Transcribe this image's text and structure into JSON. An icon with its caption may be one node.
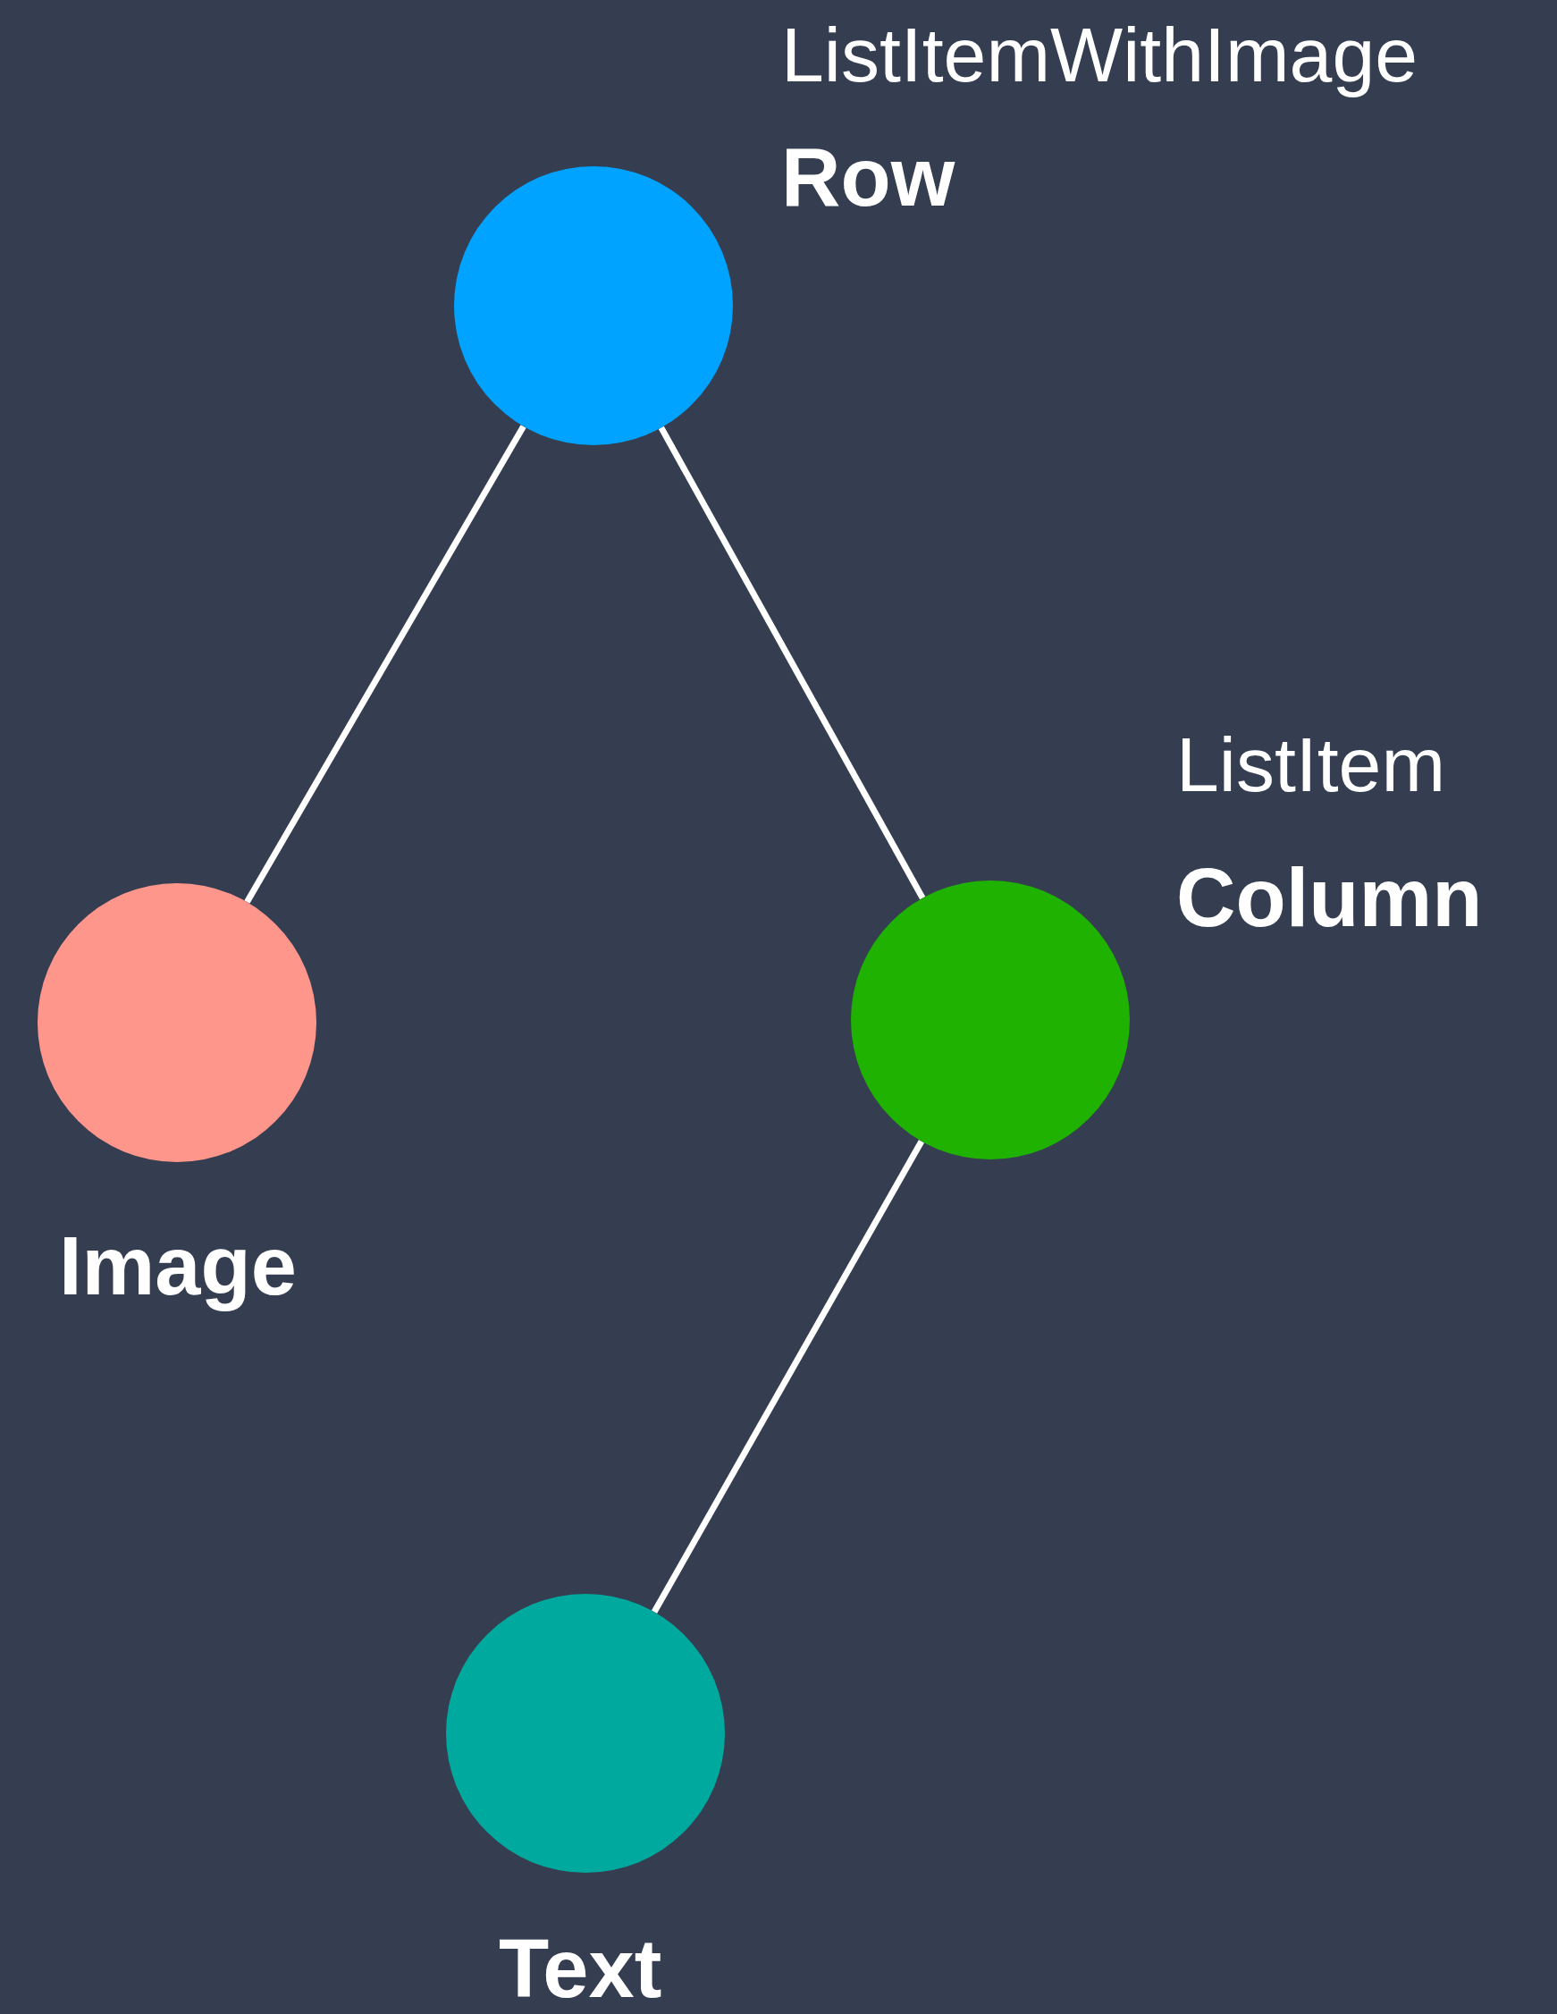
{
  "diagram": {
    "nodes": [
      {
        "text": [],
        "shape": "circle",
        "beside": [
          "ListItemWithImage",
          "Row"
        ]
      },
      {
        "text": [],
        "shape": "circle",
        "beside": [
          "Image"
        ]
      },
      {
        "text": [],
        "shape": "circle",
        "beside": [
          "ListItem",
          "Column"
        ]
      },
      {
        "text": [],
        "shape": "circle",
        "beside": [
          "Text"
        ]
      }
    ],
    "edges": [
      {
        "from": 0,
        "to": 1,
        "arrow": "none"
      },
      {
        "from": 0,
        "to": 2,
        "arrow": "none"
      },
      {
        "from": 2,
        "to": 3,
        "arrow": "none"
      }
    ]
  }
}
